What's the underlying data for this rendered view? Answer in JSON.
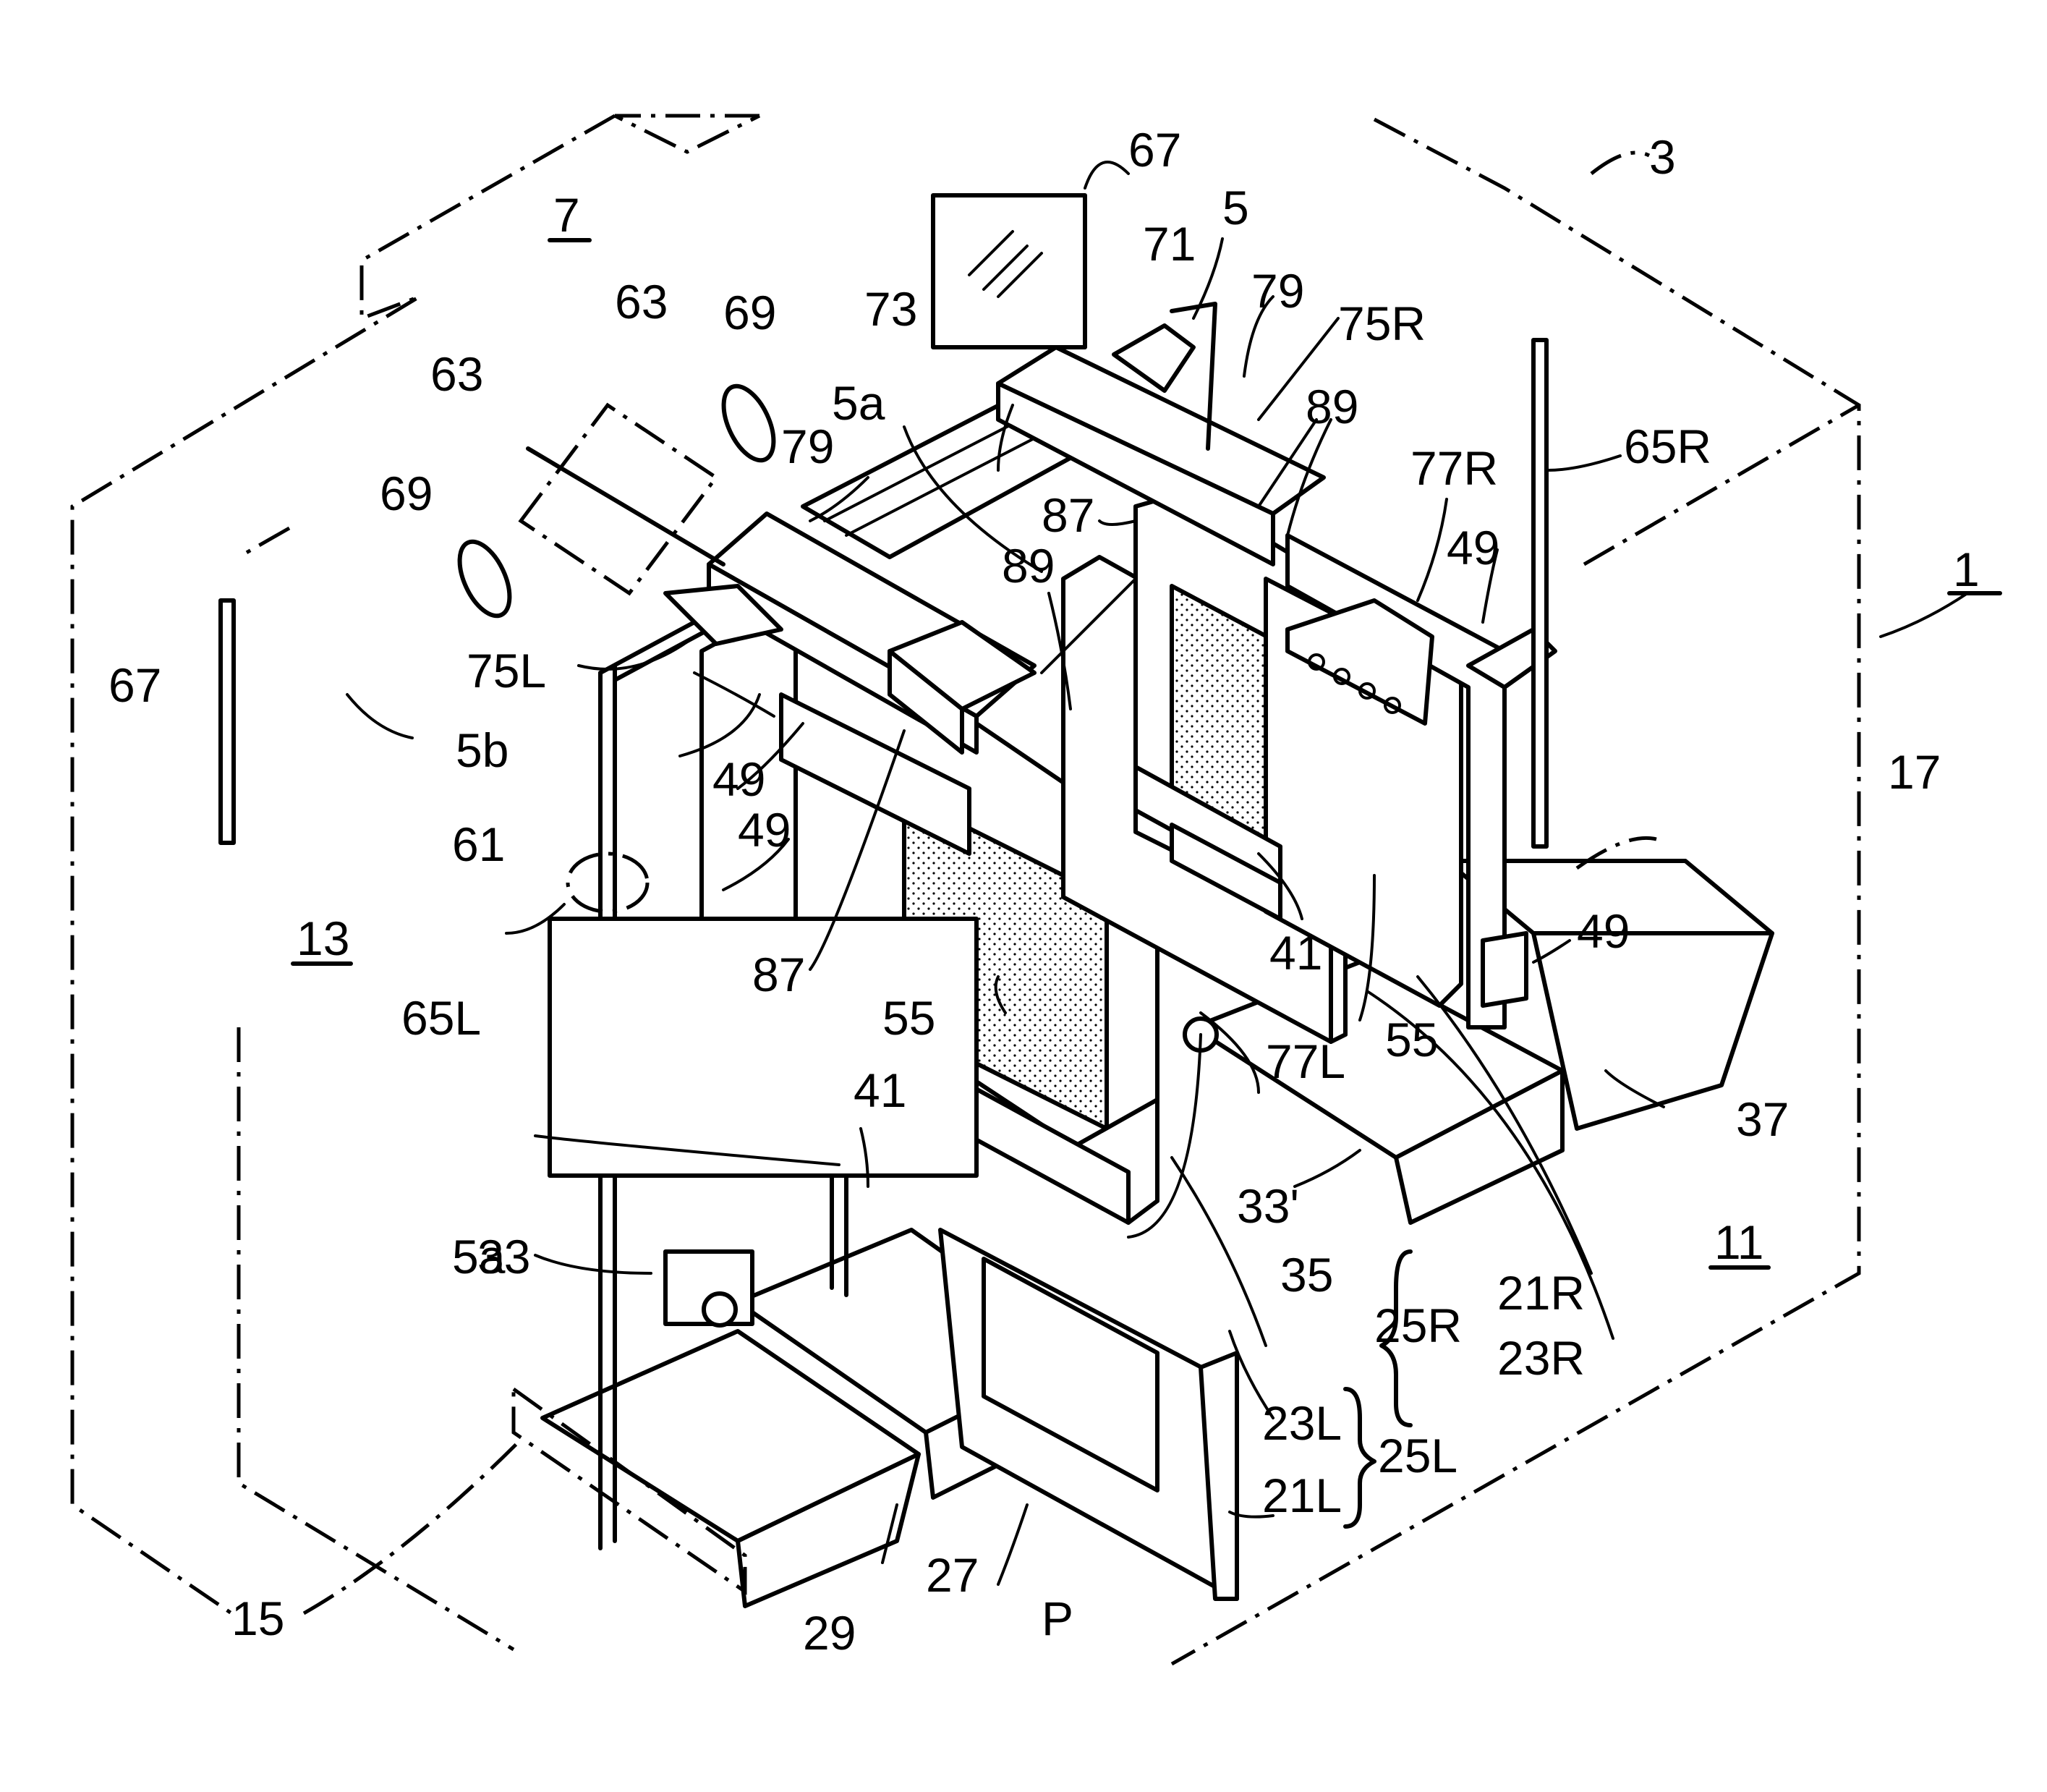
{
  "figure": {
    "labels": {
      "l1": "1",
      "l3": "3",
      "l5": "5",
      "l5a_top": "5a",
      "l5a_bottom": "5a",
      "l5b": "5b",
      "l7": "7",
      "l11": "11",
      "l13": "13",
      "l15": "15",
      "l17": "17",
      "l21L": "21L",
      "l21R": "21R",
      "l23L": "23L",
      "l23R": "23R",
      "l25L": "25L",
      "l25R": "25R",
      "l27": "27",
      "l29": "29",
      "l33": "33",
      "l33p": "33'",
      "l35": "35",
      "l37": "37",
      "l41_a": "41",
      "l41_b": "41",
      "l49_a": "49",
      "l49_b": "49",
      "l49_c": "49",
      "l49_d": "49",
      "l55_a": "55",
      "l55_b": "55",
      "l61": "61",
      "l63_a": "63",
      "l63_b": "63",
      "l65L": "65L",
      "l65R": "65R",
      "l67_a": "67",
      "l67_b": "67",
      "l69_a": "69",
      "l69_b": "69",
      "l71": "71",
      "l73": "73",
      "l75L": "75L",
      "l75R": "75R",
      "l77L": "77L",
      "l77R": "77R",
      "l79_a": "79",
      "l79_b": "79",
      "l87_a": "87",
      "l87_b": "87",
      "l89_a": "89",
      "l89_b": "89",
      "lP": "P"
    }
  }
}
